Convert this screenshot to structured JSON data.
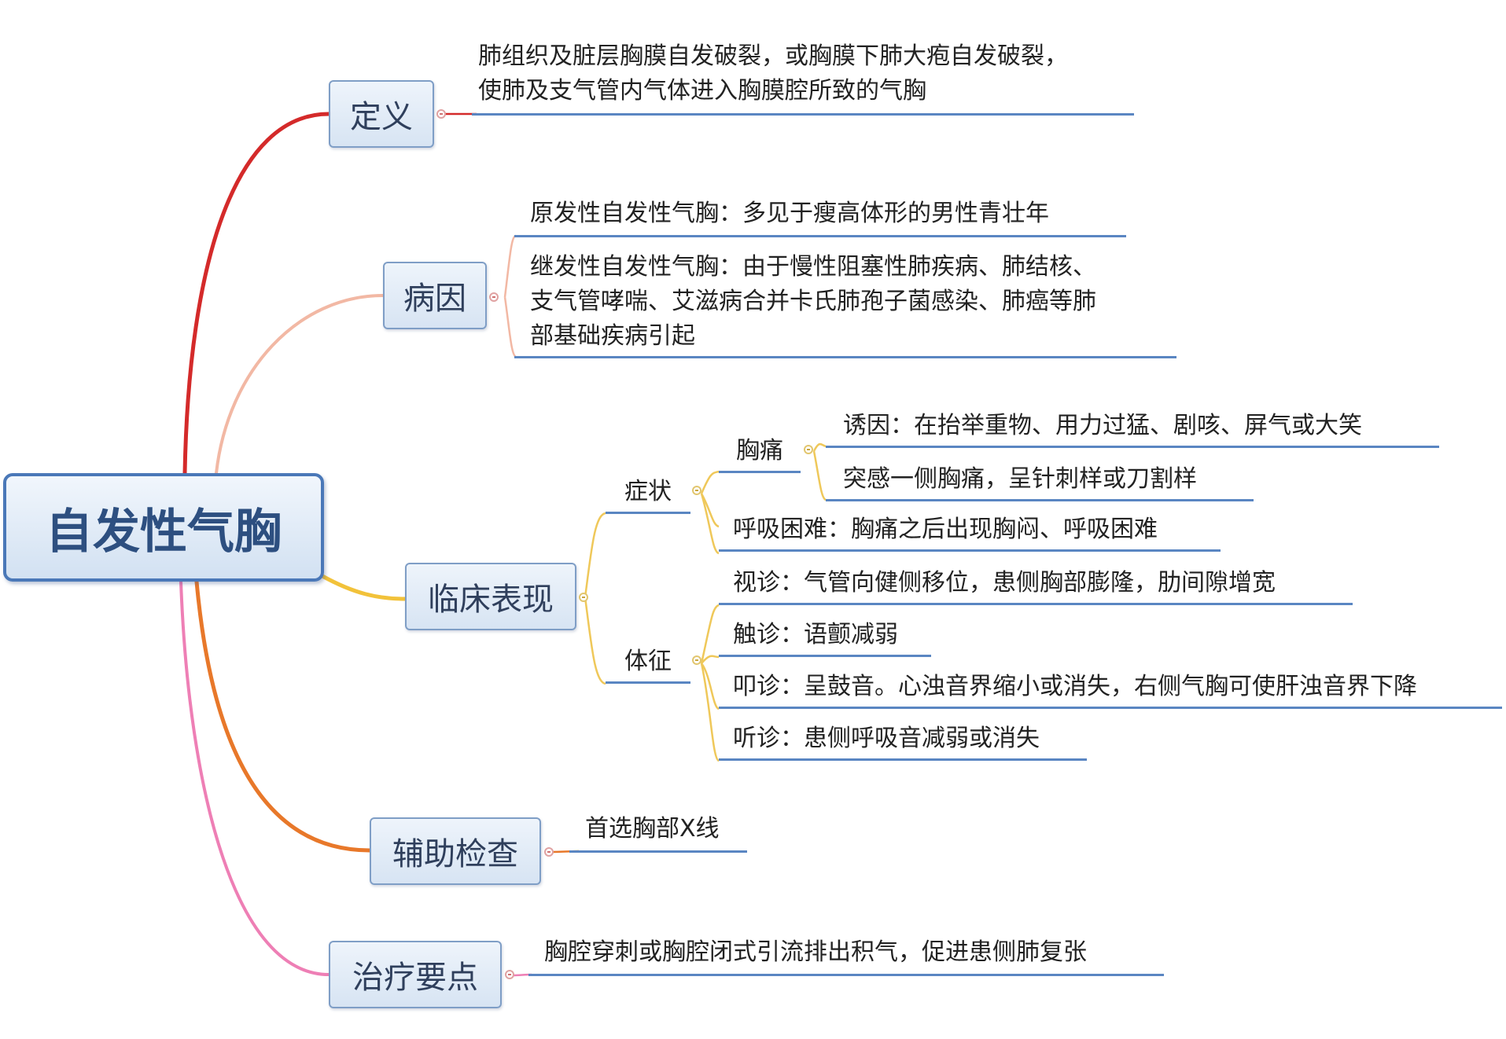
{
  "root": {
    "label": "自发性气胸"
  },
  "branches": {
    "definition": {
      "label": "定义",
      "color": "#d42a2a",
      "text_1": "肺组织及脏层胸膜自发破裂，或胸膜下肺大疱自发破裂，",
      "text_2": "使肺及支气管内气体进入胸膜腔所致的气胸"
    },
    "etiology": {
      "label": "病因",
      "color": "#f2b8a4",
      "primary": "原发性自发性气胸：多见于瘦高体形的男性青壮年",
      "secondary_1": "继发性自发性气胸：由于慢性阻塞性肺疾病、肺结核、",
      "secondary_2": "支气管哮喘、艾滋病合并卡氏肺孢子菌感染、肺癌等肺",
      "secondary_3": "部基础疾病引起"
    },
    "clinical": {
      "label": "临床表现",
      "color": "#f2c23a",
      "symptoms": {
        "label": "症状",
        "chest_pain": {
          "label": "胸痛",
          "trigger": "诱因：在抬举重物、用力过猛、剧咳、屏气或大笑",
          "sudden": "突感一侧胸痛，呈针刺样或刀割样"
        },
        "dyspnea": "呼吸困难：胸痛之后出现胸闷、呼吸困难"
      },
      "signs": {
        "label": "体征",
        "inspection": "视诊：气管向健侧移位，患侧胸部膨隆，肋间隙增宽",
        "palpation": "触诊：语颤减弱",
        "percussion": "叩诊：呈鼓音。心浊音界缩小或消失，右侧气胸可使肝浊音界下降",
        "auscultation": "听诊：患侧呼吸音减弱或消失"
      }
    },
    "auxiliary": {
      "label": "辅助检查",
      "color": "#e8782a",
      "text": "首选胸部X线"
    },
    "treatment": {
      "label": "治疗要点",
      "color": "#ee7fb5",
      "text": "胸腔穿刺或胸腔闭式引流排出积气，促进患侧肺复张"
    }
  }
}
